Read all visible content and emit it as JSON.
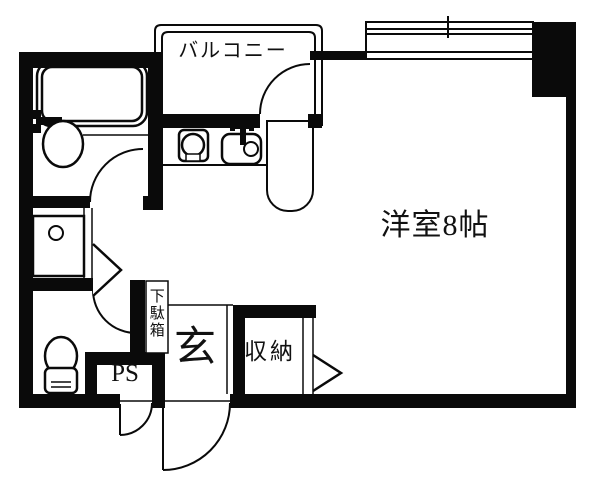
{
  "title": "apartment-floor-plan",
  "colors": {
    "ink": "#0a0a0a",
    "paper": "#ffffff"
  },
  "rooms": {
    "balcony": {
      "label": "バルコニー"
    },
    "main_room": {
      "label": "洋室8帖"
    },
    "entrance": {
      "label": "玄"
    },
    "closet": {
      "label": "収納"
    },
    "pipe_space": {
      "label": "PS"
    },
    "shoe_cabinet": {
      "label": "下駄箱"
    }
  },
  "fixtures": [
    "bathtub",
    "bath-faucet",
    "washbasin",
    "toilet",
    "washing-machine-pan",
    "gas-stove",
    "kitchen-sink",
    "appliance-space",
    "sliding-window",
    "balcony-railing"
  ],
  "doors": [
    "entrance-swing-door",
    "ps-swing-door",
    "bathroom-swing-door",
    "toilet-swing-door",
    "balcony-swing-door",
    "washer-folding-door",
    "closet-folding-door"
  ]
}
